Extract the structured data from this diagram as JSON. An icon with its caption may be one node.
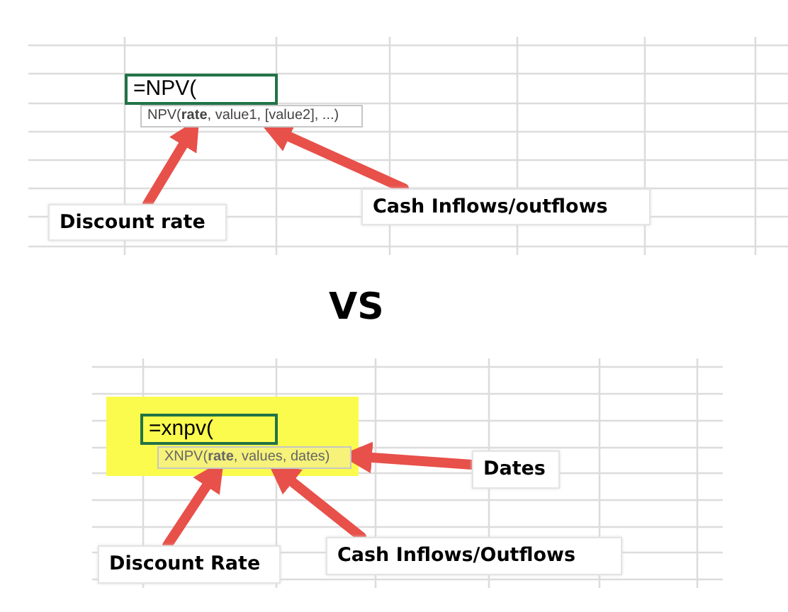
{
  "diagram": {
    "nodes": [
      {
        "text": [
          "=NPV("
        ]
      },
      {
        "text": [
          "NPV(**rate**, value1, [value2], ...)"
        ]
      },
      {
        "text": [
          "Discount rate"
        ]
      },
      {
        "text": [
          "Cash Inflows/outflows"
        ]
      },
      {
        "text": [
          "=xnpv("
        ]
      },
      {
        "text": [
          "XNPV(**rate**, values, dates)"
        ]
      },
      {
        "text": [
          "Dates"
        ]
      },
      {
        "text": [
          "Discount Rate"
        ]
      },
      {
        "text": [
          "Cash Inflows/Outflows"
        ]
      }
    ],
    "edges": [
      {
        "from": 2,
        "to": 1,
        "arrow": "to"
      },
      {
        "from": 3,
        "to": 1,
        "arrow": "to"
      },
      {
        "from": 6,
        "to": 5,
        "arrow": "to"
      },
      {
        "from": 7,
        "to": 5,
        "arrow": "to"
      },
      {
        "from": 8,
        "to": 5,
        "arrow": "to"
      }
    ],
    "labels": [
      "VS"
    ]
  }
}
